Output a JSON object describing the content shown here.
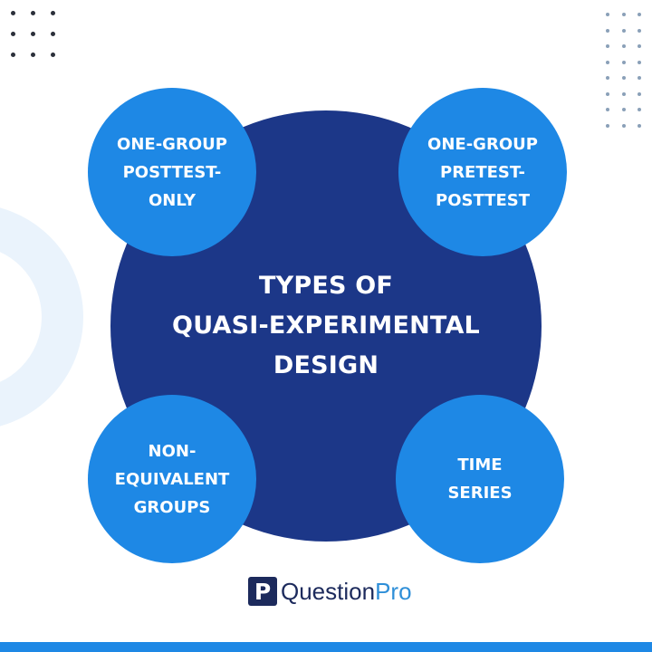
{
  "center": {
    "title_lines": [
      "TYPES OF",
      "QUASI-EXPERIMENTAL",
      "DESIGN"
    ]
  },
  "types": [
    {
      "position": "top-left",
      "lines": [
        "ONE-GROUP",
        "POSTTEST-",
        "ONLY"
      ]
    },
    {
      "position": "top-right",
      "lines": [
        "ONE-GROUP",
        "PRETEST-",
        "POSTTEST"
      ]
    },
    {
      "position": "bottom-left",
      "lines": [
        "NON-",
        "EQUIVALENT",
        "GROUPS"
      ]
    },
    {
      "position": "bottom-right",
      "lines": [
        "TIME",
        "SERIES"
      ]
    }
  ],
  "logo": {
    "mark": "P",
    "text_primary": "Question",
    "text_accent": "Pro"
  },
  "colors": {
    "center_circle": "#1c3788",
    "type_circle": "#1e88e5",
    "logo_dark": "#1c2a5c",
    "logo_accent": "#2f8fd8",
    "ring": "#eaf3fc",
    "bottom_bar": "#1e88e5"
  }
}
